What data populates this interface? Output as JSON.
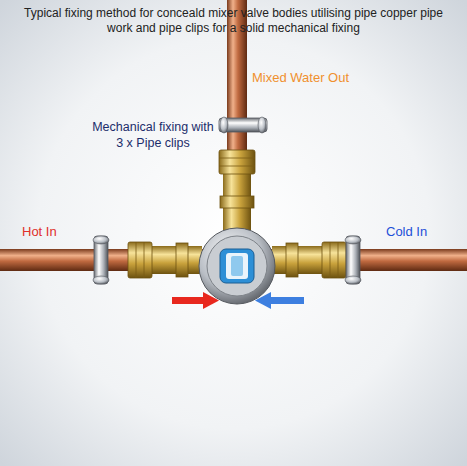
{
  "diagram": {
    "title": "Typical fixing method for conceald mixer valve bodies utilising pipe copper pipe work and pipe clips for a solid mechanical fixing",
    "labels": [
      "Mixed Water Out",
      "Mechanical fixing with 3 x Pipe clips",
      "Hot In",
      "Cold In"
    ]
  }
}
